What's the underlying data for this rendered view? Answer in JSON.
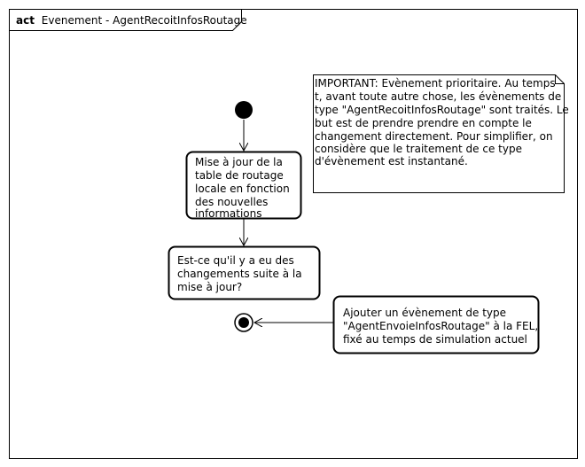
{
  "frame": {
    "keyword": "act",
    "title": "Evenement - AgentRecoitInfosRoutage"
  },
  "nodes": {
    "start": {
      "kind": "initial"
    },
    "update_table": {
      "lines": [
        "Mise à jour de la",
        "table de routage",
        "locale en fonction",
        "des nouvelles",
        "informations"
      ]
    },
    "check_changes": {
      "lines": [
        "Est-ce qu'il y a eu des",
        "changements suite à la",
        "mise à jour?"
      ]
    },
    "add_event": {
      "lines": [
        "Ajouter un évènement de type",
        "\"AgentEnvoieInfosRoutage\" à la FEL,",
        "fixé au temps de simulation actuel"
      ]
    },
    "end": {
      "kind": "final"
    }
  },
  "note": {
    "lines": [
      "IMPORTANT: Evènement prioritaire. Au temps",
      "t, avant toute autre chose, les évènements de",
      "type \"AgentRecoitInfosRoutage\" sont traités. Le",
      "but est de prendre prendre en compte le",
      "changement directement. Pour simplifier, on",
      "considère que le traitement de ce type",
      "d'évènement est instantané."
    ]
  },
  "edges": [
    {
      "from": "start",
      "to": "update_table"
    },
    {
      "from": "update_table",
      "to": "check_changes"
    },
    {
      "from": "add_event",
      "to": "end"
    }
  ]
}
